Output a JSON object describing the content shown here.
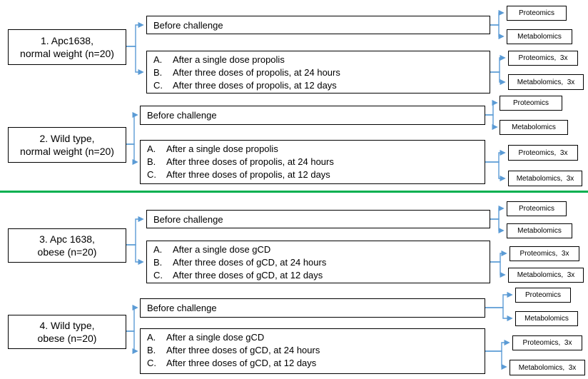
{
  "colors": {
    "connector": "#5B9BD5",
    "divider": "#00B050",
    "box_border": "#000000"
  },
  "groups": [
    {
      "label_line1": "1. Apc1638,",
      "label_line2": "normal weight (n=20)",
      "before": {
        "label": "Before challenge",
        "outcomes": [
          "Proteomics",
          "Metabolomics"
        ]
      },
      "after": {
        "items": [
          {
            "letter": "A.",
            "text": "After a single dose propolis"
          },
          {
            "letter": "B.",
            "text": "After three doses of propolis, at 24 hours"
          },
          {
            "letter": "C.",
            "text": "After three doses of propolis, at 12 days"
          }
        ],
        "outcomes": [
          "Proteomics,  3x",
          "Metabolomics,  3x"
        ]
      }
    },
    {
      "label_line1": "2. Wild type,",
      "label_line2": "normal weight (n=20)",
      "before": {
        "label": "Before challenge",
        "outcomes": [
          "Proteomics",
          "Metabolomics"
        ]
      },
      "after": {
        "items": [
          {
            "letter": "A.",
            "text": "After a single dose propolis"
          },
          {
            "letter": "B.",
            "text": "After three doses of propolis, at 24 hours"
          },
          {
            "letter": "C.",
            "text": "After three doses of propolis, at 12 days"
          }
        ],
        "outcomes": [
          "Proteomics,  3x",
          "Metabolomics,  3x"
        ]
      }
    },
    {
      "label_line1": "3. Apc 1638,",
      "label_line2": "obese (n=20)",
      "before": {
        "label": "Before challenge",
        "outcomes": [
          "Proteomics",
          "Metabolomics"
        ]
      },
      "after": {
        "items": [
          {
            "letter": "A.",
            "text": "After a single dose gCD"
          },
          {
            "letter": "B.",
            "text": "After three doses of gCD, at 24 hours"
          },
          {
            "letter": "C.",
            "text": "After three doses of gCD, at 12 days"
          }
        ],
        "outcomes": [
          "Proteomics,  3x",
          "Metabolomics,  3x"
        ]
      }
    },
    {
      "label_line1": "4. Wild type,",
      "label_line2": "obese (n=20)",
      "before": {
        "label": "Before challenge",
        "outcomes": [
          "Proteomics",
          "Metabolomics"
        ]
      },
      "after": {
        "items": [
          {
            "letter": "A.",
            "text": "After a single dose gCD"
          },
          {
            "letter": "B.",
            "text": "After three doses of gCD, at 24 hours"
          },
          {
            "letter": "C.",
            "text": "After three doses of gCD, at 12 days"
          }
        ],
        "outcomes": [
          "Proteomics,  3x",
          "Metabolomics,  3x"
        ]
      }
    }
  ]
}
